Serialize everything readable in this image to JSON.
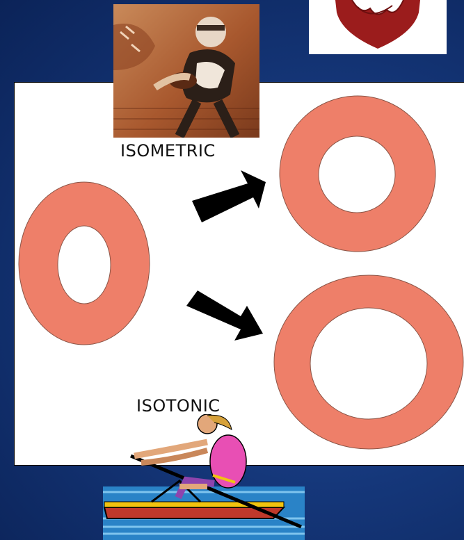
{
  "labels": {
    "isometric": "ISOMETRIC",
    "isotonic": "ISOTONIC"
  },
  "colors": {
    "background": "#15377a",
    "ring_fill": "#ee7f69",
    "ring_stroke": "#8a5547",
    "arrow": "#000000",
    "panel": "#ffffff"
  },
  "icons": {
    "football_player": "football-player-photo",
    "crest": "shield-crest-logo",
    "rower": "rower-clipart"
  }
}
